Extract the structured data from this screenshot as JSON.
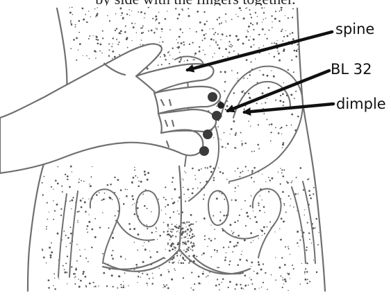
{
  "caption_fragment": "by  side with the fingers together.",
  "labels": {
    "spine": "spine",
    "point": "BL 32",
    "dimple": "dimple"
  },
  "colors": {
    "ink": "#6f6f6f",
    "stipple": "#555555",
    "pointer": "#111111",
    "point_marker": "#3a3a3a"
  },
  "icons": {
    "marker": "filled-circle"
  }
}
